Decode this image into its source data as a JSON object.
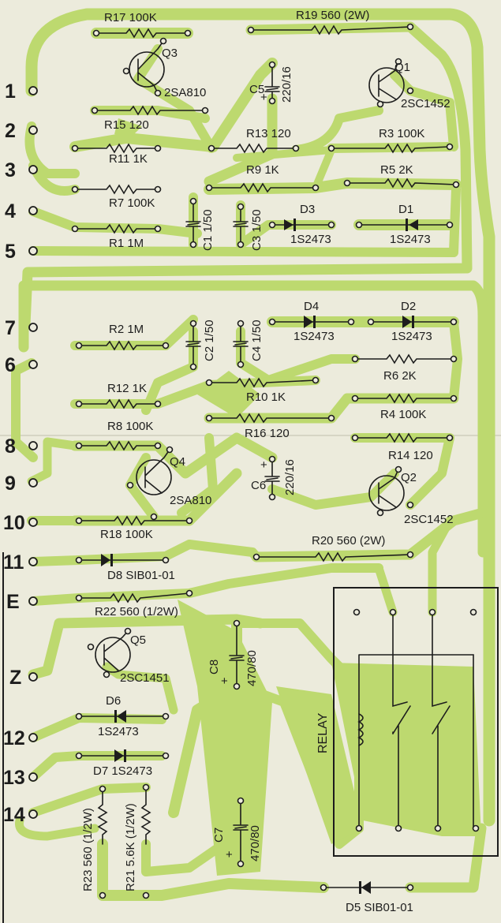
{
  "components": {
    "R17": "R17 100K",
    "R19": "R19 560 (2W)",
    "Q3": "Q3",
    "Q3_part": "2SA810",
    "C5": "C5",
    "C5_val": "220/16",
    "Q1": "Q1",
    "Q1_part": "2SC1452",
    "R15": "R15 120",
    "R13": "R13 120",
    "R11": "R11 1K",
    "R3": "R3 100K",
    "R9": "R9 1K",
    "R5": "R5 2K",
    "R7": "R7 100K",
    "D3": "D3",
    "D1": "D1",
    "D13_part": "1S2473",
    "R1": "R1 1M",
    "C1": "C1 1/50",
    "C3": "C3 1/50",
    "D4": "D4",
    "D2": "D2",
    "R2": "R2 1M",
    "C2": "C2 1/50",
    "C4": "C4 1/50",
    "R6": "R6 2K",
    "R12": "R12 1K",
    "R10": "R10 1K",
    "R4": "R4 100K",
    "R8": "R8 100K",
    "R16": "R16 120",
    "R14": "R14 120",
    "Q4": "Q4",
    "Q4_part": "2SA810",
    "C6": "C6",
    "C6_val": "220/16",
    "Q2": "Q2",
    "Q2_part": "2SC1452",
    "R18": "R18 100K",
    "R20": "R20 560 (2W)",
    "D8": "D8 SIB01-01",
    "R22": "R22 560 (1/2W)",
    "Q5": "Q5",
    "Q5_part": "2SC1451",
    "C8": "C8",
    "C8_val": "470/80",
    "D6": "D6",
    "D6_part": "1S2473",
    "D7": "D7 1S2473",
    "R23": "R23 560 (1/2W)",
    "R21": "R21 5.6K (1/2W)",
    "C7": "C7",
    "C7_val": "470/80",
    "D5": "D5 SIB01-01",
    "relay": "RELAY",
    "plus": "+"
  },
  "terminals": [
    "1",
    "2",
    "3",
    "4",
    "5",
    "7",
    "6",
    "8",
    "9",
    "10",
    "11",
    "E",
    "Z",
    "12",
    "13",
    "14"
  ],
  "colors": {
    "board": "#ecebdc",
    "copper": "#bdd96f",
    "ink": "#1d1d1d"
  }
}
